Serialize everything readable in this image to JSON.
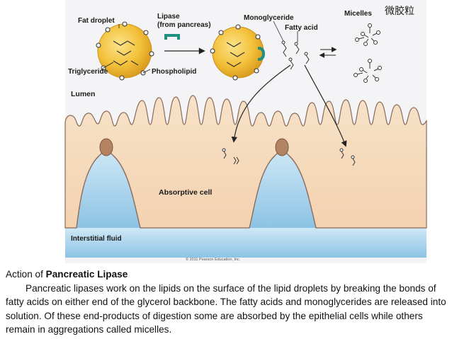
{
  "diagram": {
    "labels": {
      "fat_droplet": "Fat droplet",
      "triglyceride": "Triglyceride",
      "phospholipid": "Phospholipid",
      "lipase_line1": "Lipase",
      "lipase_line2": "(from pancreas)",
      "monoglyceride": "Monoglyceride",
      "fatty_acid": "Fatty acid",
      "micelles": "Micelles",
      "lumen": "Lumen",
      "absorptive_cell": "Absorptive cell",
      "interstitial_fluid": "Interstitial fluid",
      "credit": "© 2011 Pearson Education, Inc.",
      "kanji": "微胶粒"
    },
    "colors": {
      "sky": "#f4f4f6",
      "cell": "#f6dcc0",
      "cell_edge": "#8a6a5a",
      "fluid": "#a8d2ea",
      "fluid_base": "#c6e2f2",
      "droplet": "#f3c13a",
      "lipase": "#1f8f80",
      "junction": "#b48462"
    }
  },
  "caption": {
    "prefix": "Action of ",
    "title_bold": "Pancreatic Lipase",
    "body": "Pancreatic lipases work on the lipids on the surface of the lipid droplets by breaking the bonds of fatty acids on either end of the glycerol backbone. The fatty acids  and monoglycerides are released into solution. Of these end-products of digestion some are absorbed by the epithelial cells while others remain in aggregations called micelles."
  }
}
